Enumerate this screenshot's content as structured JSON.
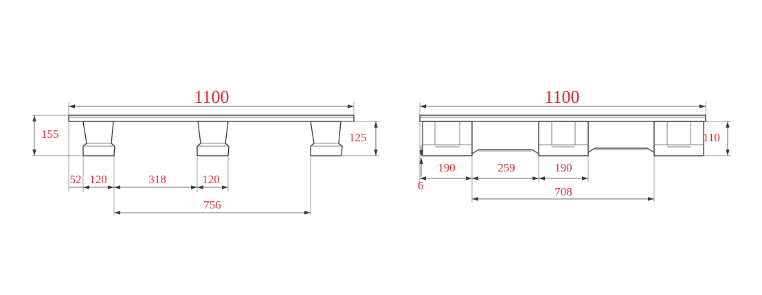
{
  "side_view": {
    "overall_length": "1100",
    "left_height": "155",
    "right_height": "125",
    "edge_offset": "52",
    "foot_width_left": "120",
    "gap": "318",
    "foot_width_center": "120",
    "span": "756"
  },
  "end_view": {
    "overall_length": "1100",
    "height": "110",
    "deck_thickness": "6",
    "foot_width_left": "190",
    "gap": "259",
    "foot_width_center": "190",
    "span": "708"
  },
  "colors": {
    "dimension_text": "#e0202a",
    "line": "#2b2b2b"
  }
}
